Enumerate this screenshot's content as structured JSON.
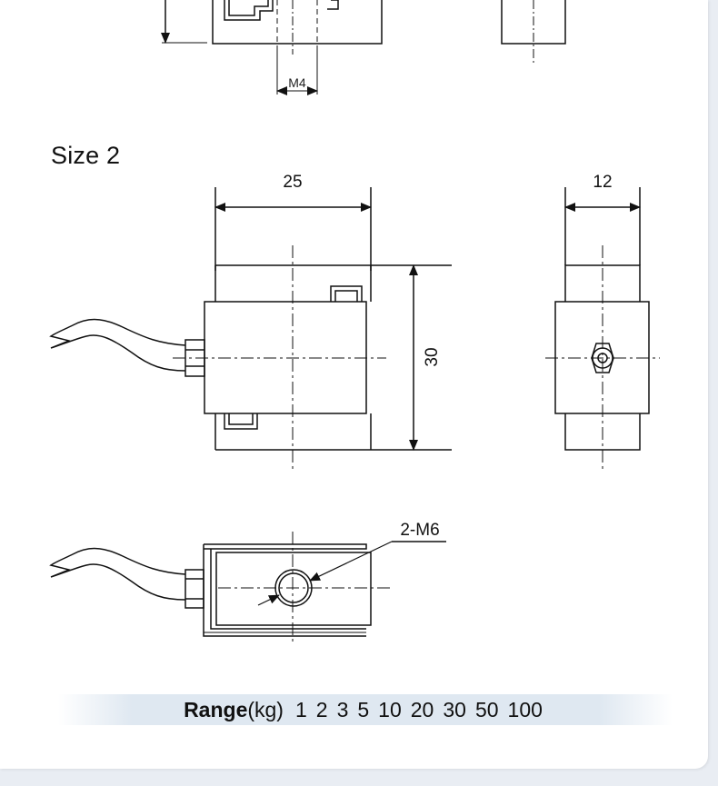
{
  "top_drawing": {
    "thread_label": "M4"
  },
  "section": {
    "title": "Size 2"
  },
  "front_view": {
    "width_dim": "25",
    "height_dim": "30"
  },
  "side_view": {
    "width_dim": "12"
  },
  "bottom_view": {
    "hole_callout": "2-M6"
  },
  "range": {
    "label": "Range",
    "unit": "(kg)",
    "values": [
      "1",
      "2",
      "3",
      "5",
      "10",
      "20",
      "30",
      "50",
      "100"
    ]
  }
}
